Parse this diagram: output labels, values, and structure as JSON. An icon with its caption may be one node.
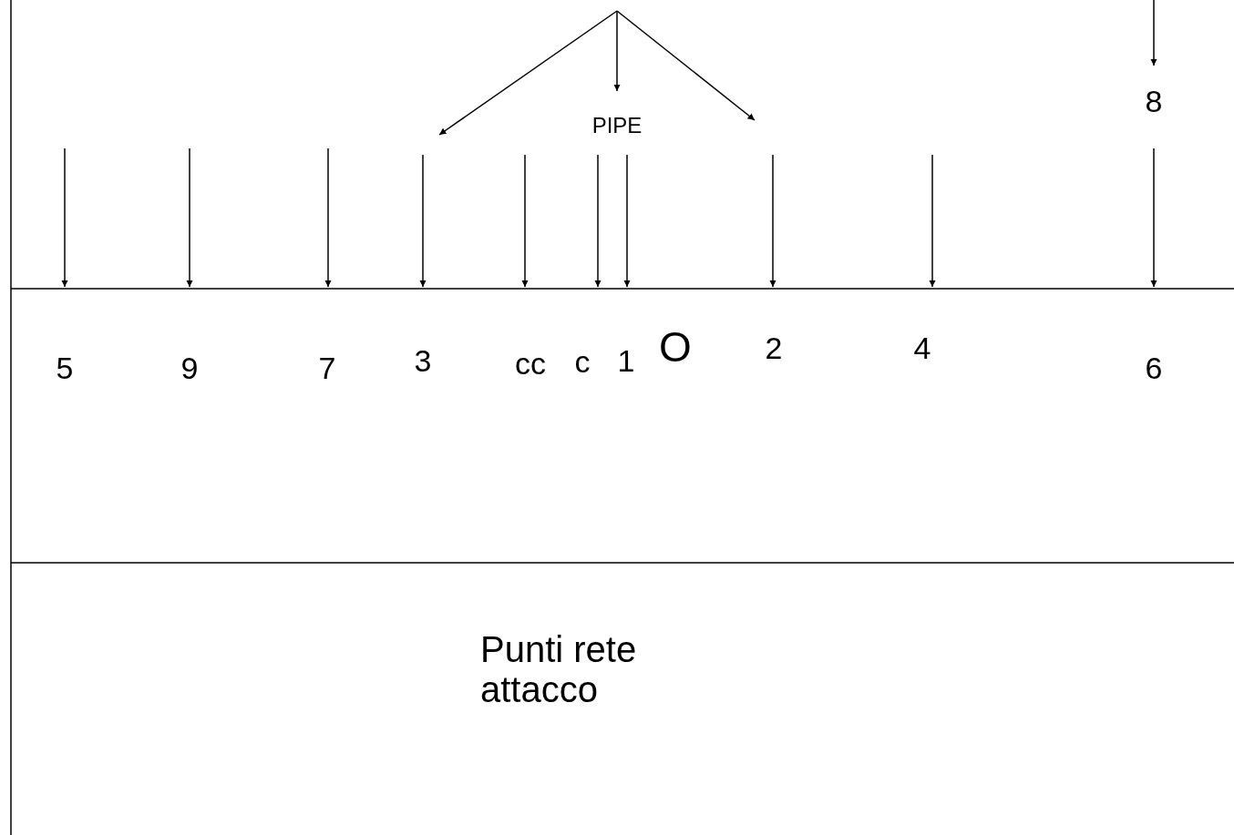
{
  "diagram": {
    "labels": [
      "8",
      "PIPE",
      "5",
      "9",
      "7",
      "3",
      "cc",
      "c",
      "1",
      "O",
      "2",
      "4",
      "6",
      "Punti rete attacco"
    ]
  }
}
